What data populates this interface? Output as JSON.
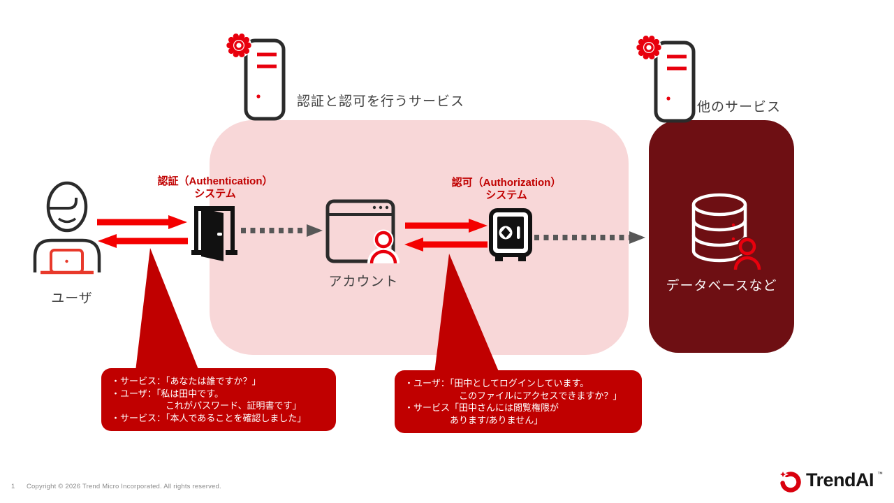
{
  "page": {
    "slide_number": "1",
    "footer_copyright": "Copyright © 2026 Trend Micro Incorporated. All rights reserved.",
    "logo_text": "TrendAI",
    "logo_tm": "™"
  },
  "colors": {
    "pink_zone": "#f8d7d8",
    "maroon_zone": "#6e0f13",
    "callout_red": "#c00000",
    "arrow_red": "#f40000",
    "icon_red": "#e8000d",
    "dotted_gray": "#575757",
    "outline_dark": "#2b2b2b",
    "text_dark": "#404040"
  },
  "diagram": {
    "auth_service": {
      "label": "認証と認可を行うサービス",
      "icon": "server-gear-icon"
    },
    "other_service": {
      "label": "他のサービス",
      "icon": "server-gear-icon"
    },
    "user": {
      "label": "ユーザ",
      "icon": "user-laptop-icon"
    },
    "authentication_system": {
      "line1": "認証（Authentication）",
      "line2": "システム",
      "icon": "door-icon"
    },
    "account": {
      "label": "アカウント",
      "icon": "browser-user-icon"
    },
    "authorization_system": {
      "line1": "認可（Authorization）",
      "line2": "システム",
      "icon": "safe-icon"
    },
    "database": {
      "label": "データベースなど",
      "icon": "database-user-icon"
    },
    "callout_authentication": {
      "lines": [
        "・サービス：「あなたは誰ですか？」",
        "・ユーザ：「私は田中です。",
        "　　　　　　これがパスワード、証明書です」",
        "・サービス：「本人であることを確認しました」"
      ]
    },
    "callout_authorization": {
      "lines": [
        "・ユーザ：「田中としてログインしています。",
        "　　　　　　このファイルにアクセスできますか？」",
        "・サービス「田中さんには閲覧権限が",
        "　　　　　あります/ありません」"
      ]
    }
  }
}
